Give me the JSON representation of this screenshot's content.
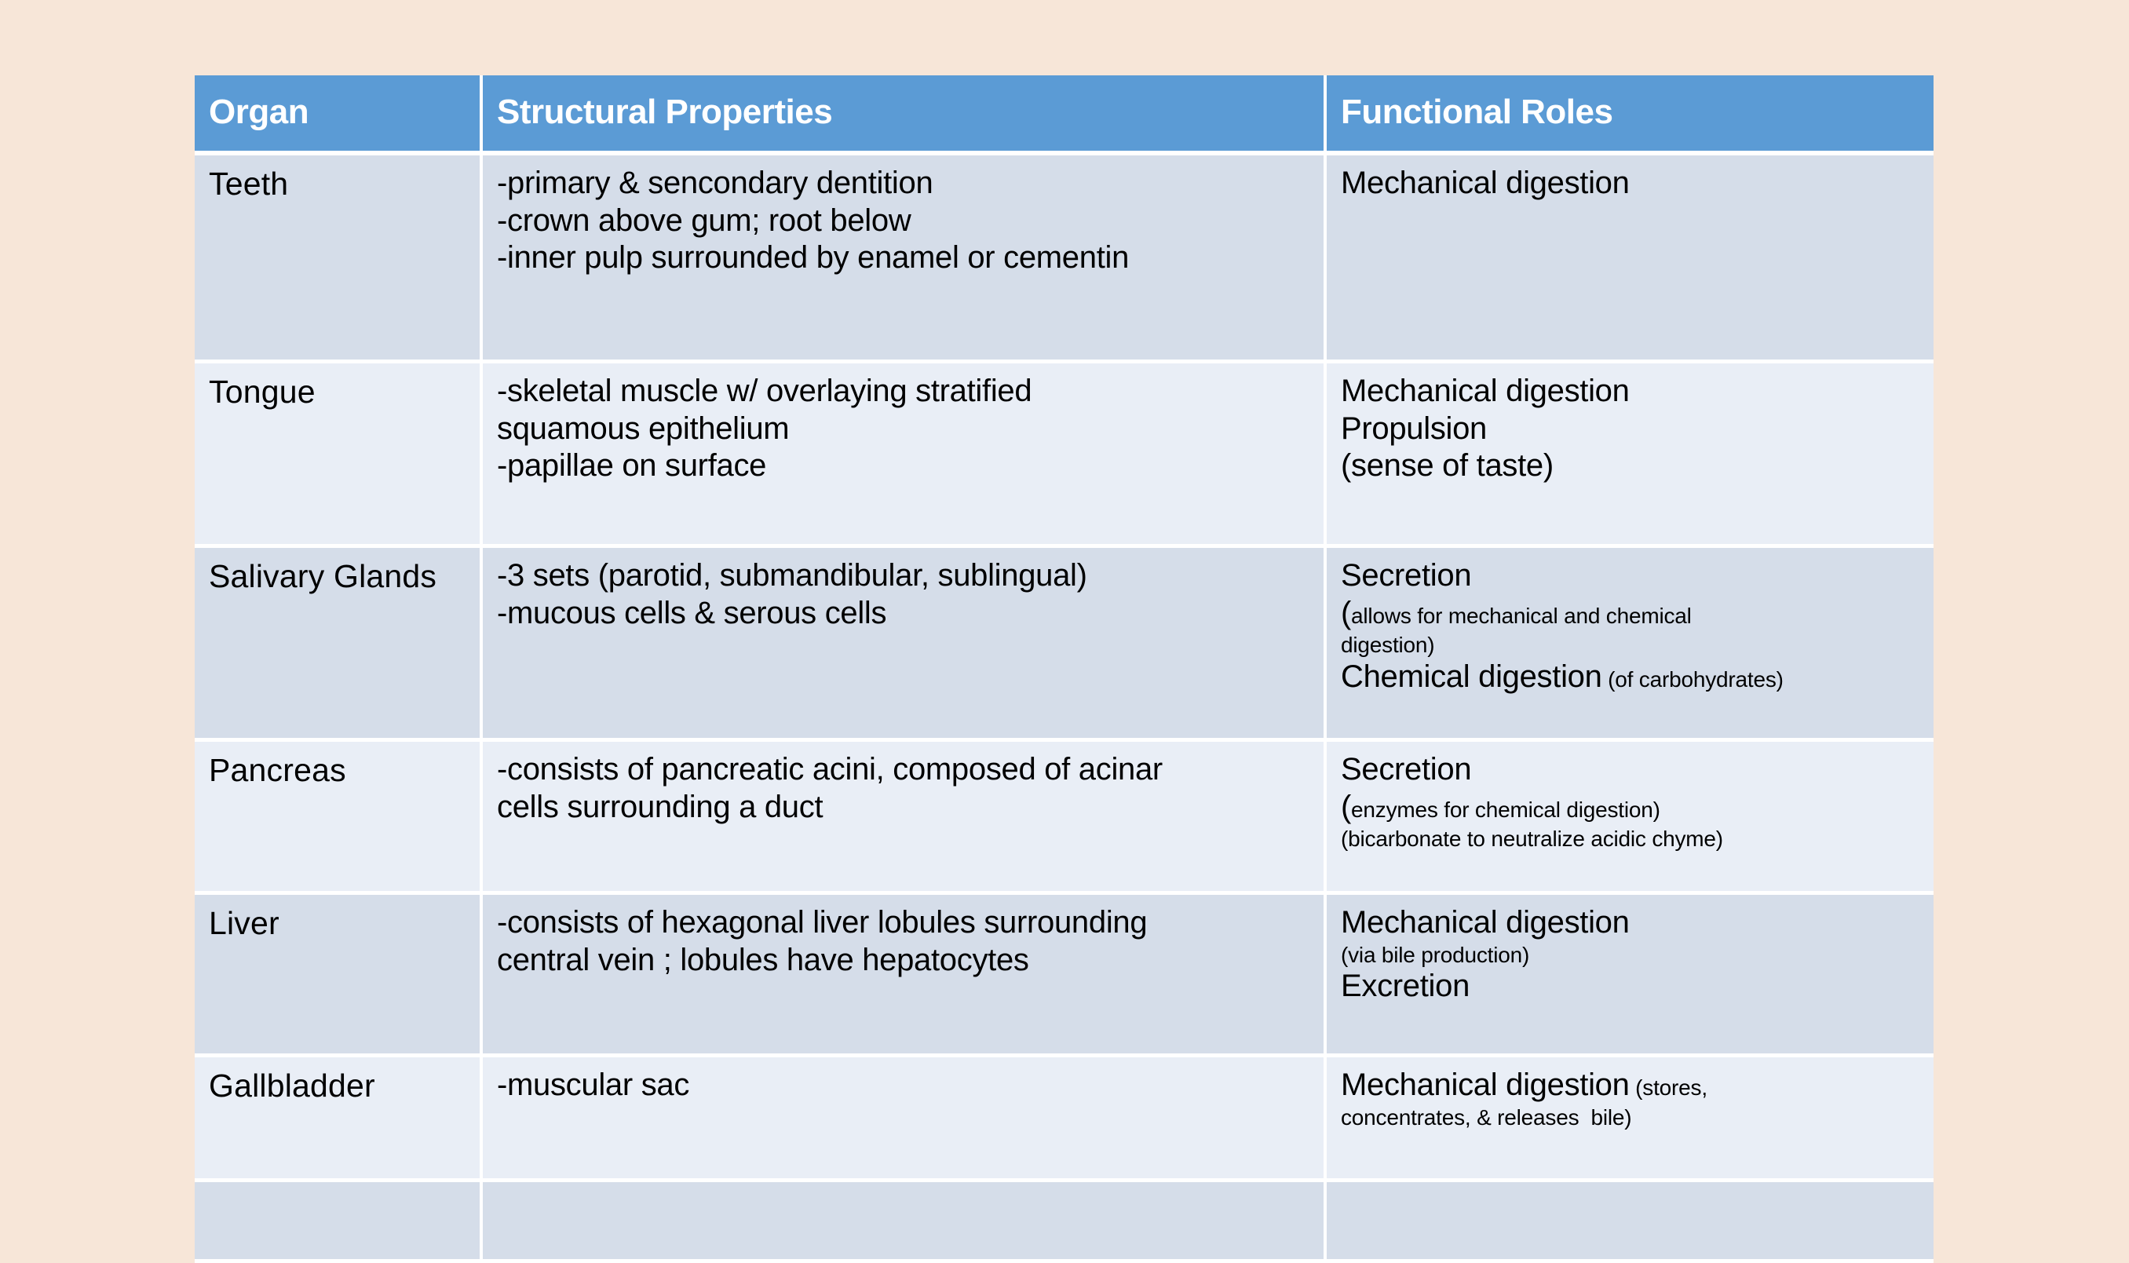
{
  "page": {
    "background_color": "#f7e6d8",
    "header_color": "#5b9bd5",
    "row_band_dark": "#d5dde9",
    "row_band_light": "#e9eef6",
    "grid_color": "#ffffff"
  },
  "table": {
    "columns": [
      {
        "key": "organ",
        "label": "Organ"
      },
      {
        "key": "structural",
        "label": "Structural Properties"
      },
      {
        "key": "functional",
        "label": "Functional Roles"
      }
    ],
    "rows": [
      {
        "organ": "Teeth",
        "structural_lines": [
          "-primary & sencondary dentition",
          "-crown above gum; root below",
          "-inner pulp surrounded by enamel or cementin"
        ],
        "functional_lines": [
          {
            "text": "Mechanical digestion",
            "size": "large"
          }
        ]
      },
      {
        "organ": "Tongue",
        "structural_lines": [
          "-skeletal muscle w/ overlaying stratified",
          "squamous epithelium",
          "-papillae on surface"
        ],
        "functional_lines": [
          {
            "text": "Mechanical digestion",
            "size": "large"
          },
          {
            "text": "Propulsion",
            "size": "large"
          },
          {
            "text": "(sense of taste)",
            "size": "large"
          }
        ]
      },
      {
        "organ": "Salivary Glands",
        "structural_lines": [
          "-3 sets (parotid, submandibular, sublingual)",
          "-mucous cells & serous cells"
        ],
        "functional_lines": [
          {
            "text": "Secretion",
            "size": "large"
          },
          {
            "text": "(",
            "size": "large",
            "suffix": "allows for mechanical and chemical",
            "suffix_size": "small"
          },
          {
            "text": "digestion)",
            "size": "small"
          },
          {
            "text": "Chemical digestion",
            "size": "large",
            "suffix": " (of carbohydrates)",
            "suffix_size": "small"
          }
        ]
      },
      {
        "organ": "Pancreas",
        "structural_lines": [
          "-consists of pancreatic acini, composed of acinar",
          "cells surrounding a duct"
        ],
        "functional_lines": [
          {
            "text": "Secretion",
            "size": "large"
          },
          {
            "text": "(",
            "size": "large",
            "suffix": "enzymes for chemical digestion)",
            "suffix_size": "small"
          },
          {
            "text": "(bicarbonate to neutralize acidic chyme)",
            "size": "small"
          }
        ]
      },
      {
        "organ": "Liver",
        "structural_lines": [
          "-consists of hexagonal liver lobules surrounding",
          "central vein ; lobules have hepatocytes"
        ],
        "functional_lines": [
          {
            "text": "Mechanical digestion",
            "size": "large"
          },
          {
            "text": "(via bile production)",
            "size": "small"
          },
          {
            "text": "Excretion",
            "size": "large"
          }
        ]
      },
      {
        "organ": "Gallbladder",
        "structural_lines": [
          "-muscular sac"
        ],
        "functional_lines": [
          {
            "text": "Mechanical digestion",
            "size": "large",
            "suffix": " (stores,",
            "suffix_size": "small"
          },
          {
            "text": "concentrates, & releases  bile)",
            "size": "small"
          }
        ]
      },
      {
        "organ": "",
        "structural_lines": [],
        "functional_lines": []
      }
    ]
  }
}
